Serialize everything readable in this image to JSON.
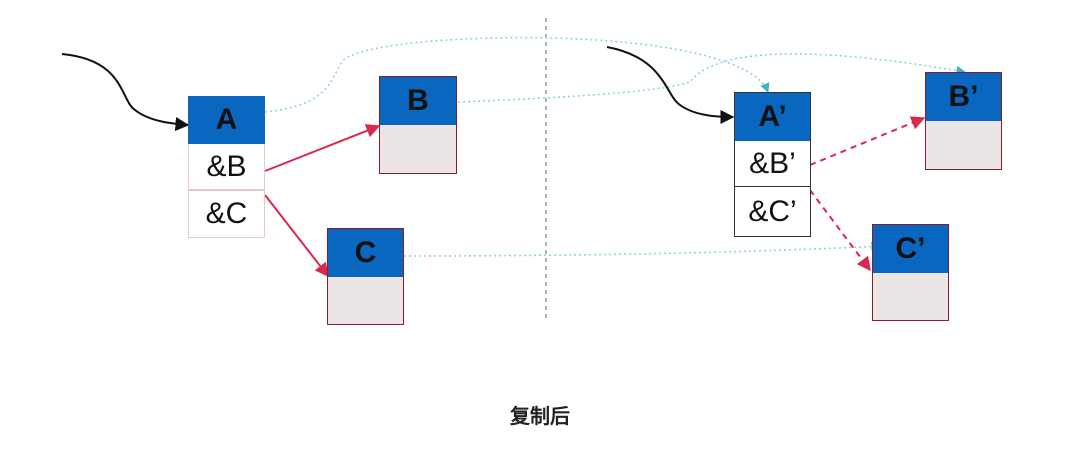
{
  "left_struct": {
    "node_a": {
      "label": "A",
      "ref_b": "&B",
      "ref_c": "&C"
    },
    "node_b": {
      "label": "B"
    },
    "node_c": {
      "label": "C"
    }
  },
  "right_struct": {
    "node_a": {
      "label": "A’",
      "ref_b": "&B’",
      "ref_c": "&C’"
    },
    "node_b": {
      "label": "B’"
    },
    "node_c": {
      "label": "C’"
    }
  },
  "caption": "复制后",
  "colors": {
    "head_fill": "#0a67c0",
    "gray_fill": "#ebe5e5",
    "pointer_arrow": "#d8284f",
    "copy_link": "#8fd3dc",
    "entry_arrow": "#111111",
    "box_border_red": "#8b1c2a"
  }
}
